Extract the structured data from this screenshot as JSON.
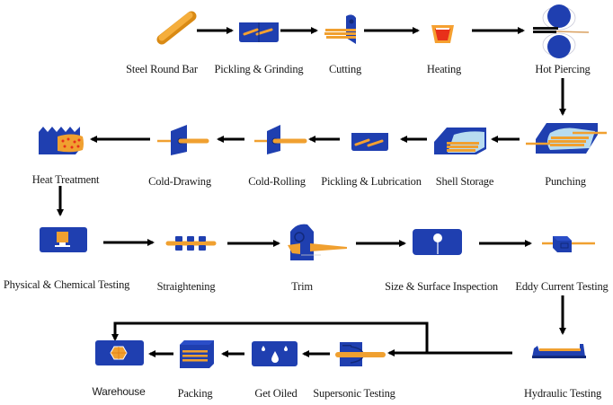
{
  "diagram": {
    "title": "",
    "colors": {
      "blue": "#1f3fb0",
      "dark_blue": "#12297a",
      "orange": "#f0a030",
      "light_blue": "#b8dcf0",
      "red": "#e8301a",
      "arrow": "#000000"
    },
    "steps": [
      {
        "id": "steel-round-bar",
        "label": "Steel Round Bar",
        "icon": "steel-bar-icon"
      },
      {
        "id": "pickling-grinding",
        "label": "Pickling & Grinding",
        "icon": "pickling-tank-icon"
      },
      {
        "id": "cutting",
        "label": "Cutting",
        "icon": "cutting-saw-icon"
      },
      {
        "id": "heating",
        "label": "Heating",
        "icon": "furnace-icon"
      },
      {
        "id": "hot-piercing",
        "label": "Hot Piercing",
        "icon": "piercing-rolls-icon"
      },
      {
        "id": "punching",
        "label": "Punching",
        "icon": "punching-press-icon"
      },
      {
        "id": "shell-storage",
        "label": "Shell Storage",
        "icon": "shell-storage-icon"
      },
      {
        "id": "pickling-lubrication",
        "label": "Pickling & Lubrication",
        "icon": "pickling-tank-icon"
      },
      {
        "id": "cold-rolling",
        "label": "Cold-Rolling",
        "icon": "die-plate-icon"
      },
      {
        "id": "cold-drawing",
        "label": "Cold-Drawing",
        "icon": "die-plate-icon"
      },
      {
        "id": "heat-treatment",
        "label": "Heat Treatment",
        "icon": "heat-treatment-furnace-icon"
      },
      {
        "id": "physical-chemical-testing",
        "label": "Physical & Chemical Testing",
        "icon": "monitor-icon"
      },
      {
        "id": "straightening",
        "label": "Straightening",
        "icon": "straightening-rollers-icon"
      },
      {
        "id": "trim",
        "label": "Trim",
        "icon": "trim-machine-icon"
      },
      {
        "id": "size-surface-inspection",
        "label": "Size & Surface Inspection",
        "icon": "inspection-probe-icon"
      },
      {
        "id": "eddy-current-testing",
        "label": "Eddy Current Testing",
        "icon": "eddy-current-box-icon"
      },
      {
        "id": "hydraulic-testing",
        "label": "Hydraulic Testing",
        "icon": "hydraulic-bench-icon"
      },
      {
        "id": "supersonic-testing",
        "label": "Supersonic Testing",
        "icon": "ultrasonic-probe-icon"
      },
      {
        "id": "get-oiled",
        "label": "Get Oiled",
        "icon": "oil-drops-icon"
      },
      {
        "id": "packing",
        "label": "Packing",
        "icon": "packing-bundle-icon"
      },
      {
        "id": "warehouse",
        "label": "Warehouse",
        "icon": "warehouse-bundle-icon"
      }
    ],
    "edges": [
      {
        "from": "steel-round-bar",
        "to": "pickling-grinding"
      },
      {
        "from": "pickling-grinding",
        "to": "cutting"
      },
      {
        "from": "cutting",
        "to": "heating"
      },
      {
        "from": "heating",
        "to": "hot-piercing"
      },
      {
        "from": "hot-piercing",
        "to": "punching"
      },
      {
        "from": "punching",
        "to": "shell-storage"
      },
      {
        "from": "shell-storage",
        "to": "pickling-lubrication"
      },
      {
        "from": "pickling-lubrication",
        "to": "cold-rolling"
      },
      {
        "from": "cold-rolling",
        "to": "cold-drawing"
      },
      {
        "from": "cold-drawing",
        "to": "heat-treatment"
      },
      {
        "from": "heat-treatment",
        "to": "physical-chemical-testing"
      },
      {
        "from": "physical-chemical-testing",
        "to": "straightening"
      },
      {
        "from": "straightening",
        "to": "trim"
      },
      {
        "from": "trim",
        "to": "size-surface-inspection"
      },
      {
        "from": "size-surface-inspection",
        "to": "eddy-current-testing"
      },
      {
        "from": "eddy-current-testing",
        "to": "hydraulic-testing"
      },
      {
        "from": "hydraulic-testing",
        "to": "supersonic-testing"
      },
      {
        "from": "hydraulic-testing",
        "to": "warehouse",
        "note": "bypass line"
      },
      {
        "from": "supersonic-testing",
        "to": "get-oiled"
      },
      {
        "from": "get-oiled",
        "to": "packing"
      },
      {
        "from": "packing",
        "to": "warehouse"
      }
    ]
  }
}
